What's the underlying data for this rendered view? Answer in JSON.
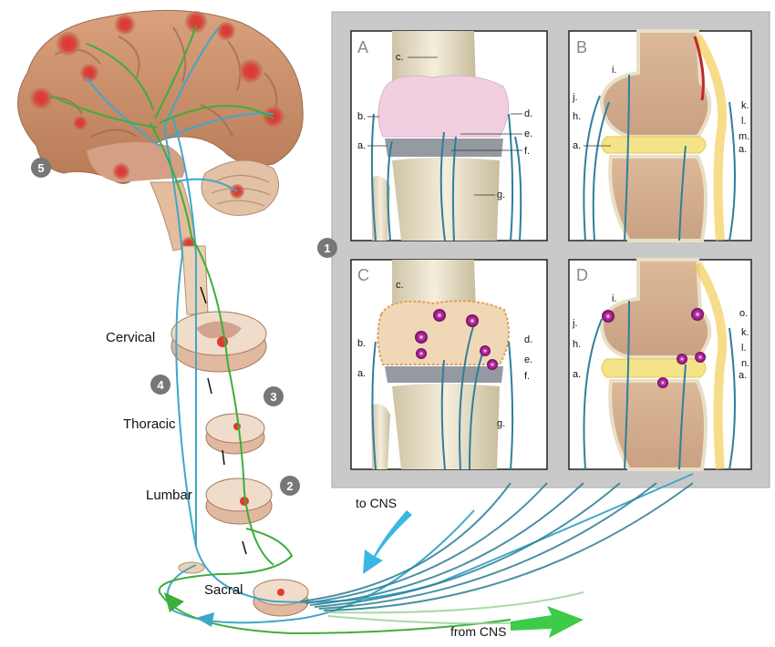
{
  "markers": {
    "m1": "1",
    "m2": "2",
    "m3": "3",
    "m4": "4",
    "m5": "5"
  },
  "panels": {
    "a": "A",
    "b": "B",
    "c": "C",
    "d": "D"
  },
  "levels": {
    "cervical": "Cervical",
    "thoracic": "Thoracic",
    "lumbar": "Lumbar",
    "sacral": "Sacral"
  },
  "flow": {
    "to_cns": "to CNS",
    "from_cns": "from CNS"
  },
  "labels": {
    "a": "a.",
    "b": "b.",
    "c": "c.",
    "d": "d.",
    "e": "e.",
    "f": "f.",
    "g": "g.",
    "h": "h.",
    "i": "i.",
    "j": "j.",
    "k": "k.",
    "l": "l.",
    "m": "m.",
    "n": "n.",
    "o": "o."
  },
  "colors": {
    "sensory": "#3fa7c9",
    "motor": "#3cae3a",
    "inflamed": "#9c1e8a",
    "cartilage": "#f1cfe0",
    "bone": "#efe6cf",
    "panel_bg": "#c8c8c8"
  }
}
